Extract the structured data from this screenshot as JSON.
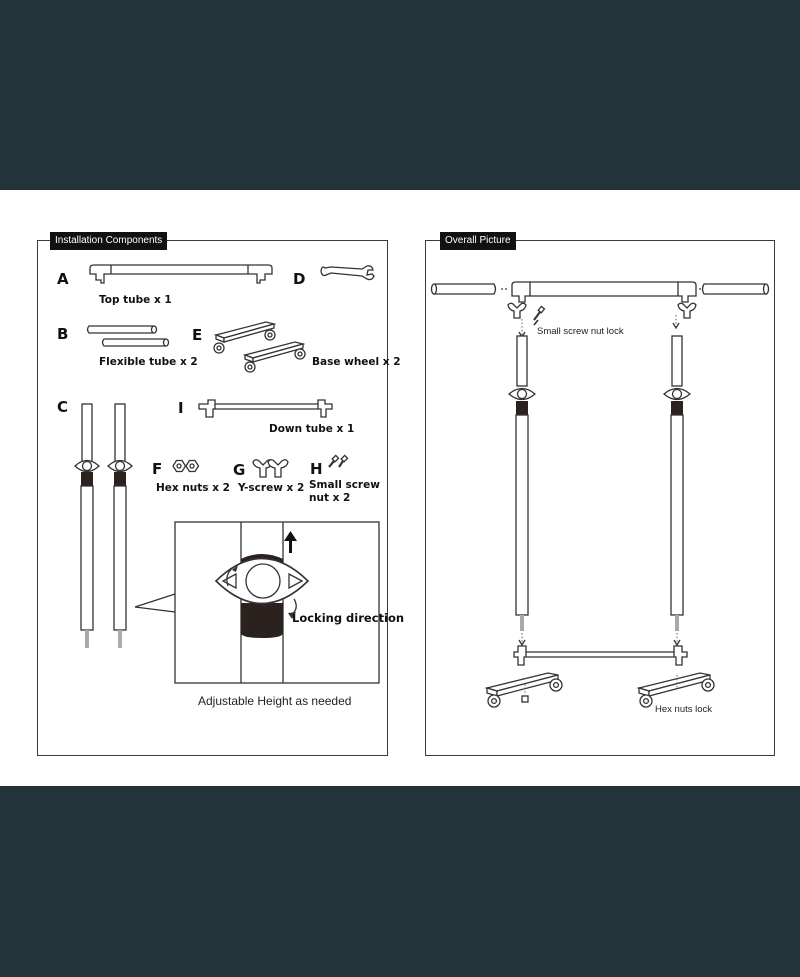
{
  "colors": {
    "band": "#22343a",
    "sheet": "#ffffff",
    "tab": "#111111",
    "collar": "#2b2220"
  },
  "left_panel": {
    "title": "Installation Components",
    "items": {
      "a": {
        "letter": "A",
        "label": "Top tube x 1"
      },
      "b": {
        "letter": "B",
        "label": "Flexible tube x 2"
      },
      "c": {
        "letter": "C"
      },
      "d": {
        "letter": "D"
      },
      "e": {
        "letter": "E",
        "label": "Base wheel x 2"
      },
      "i": {
        "letter": "I",
        "label": "Down tube x 1"
      },
      "f": {
        "letter": "F",
        "label": "Hex nuts x 2"
      },
      "g": {
        "letter": "G",
        "label": "Y-screw x 2"
      },
      "h": {
        "letter": "H",
        "label_line1": "Small screw",
        "label_line2": "nut  x 2"
      }
    },
    "detail": {
      "label": "Locking direction",
      "caption": "Adjustable Height as needed"
    }
  },
  "right_panel": {
    "title": "Overall Picture",
    "label_screw": "Small screw nut lock",
    "label_hex": "Hex nuts lock"
  }
}
